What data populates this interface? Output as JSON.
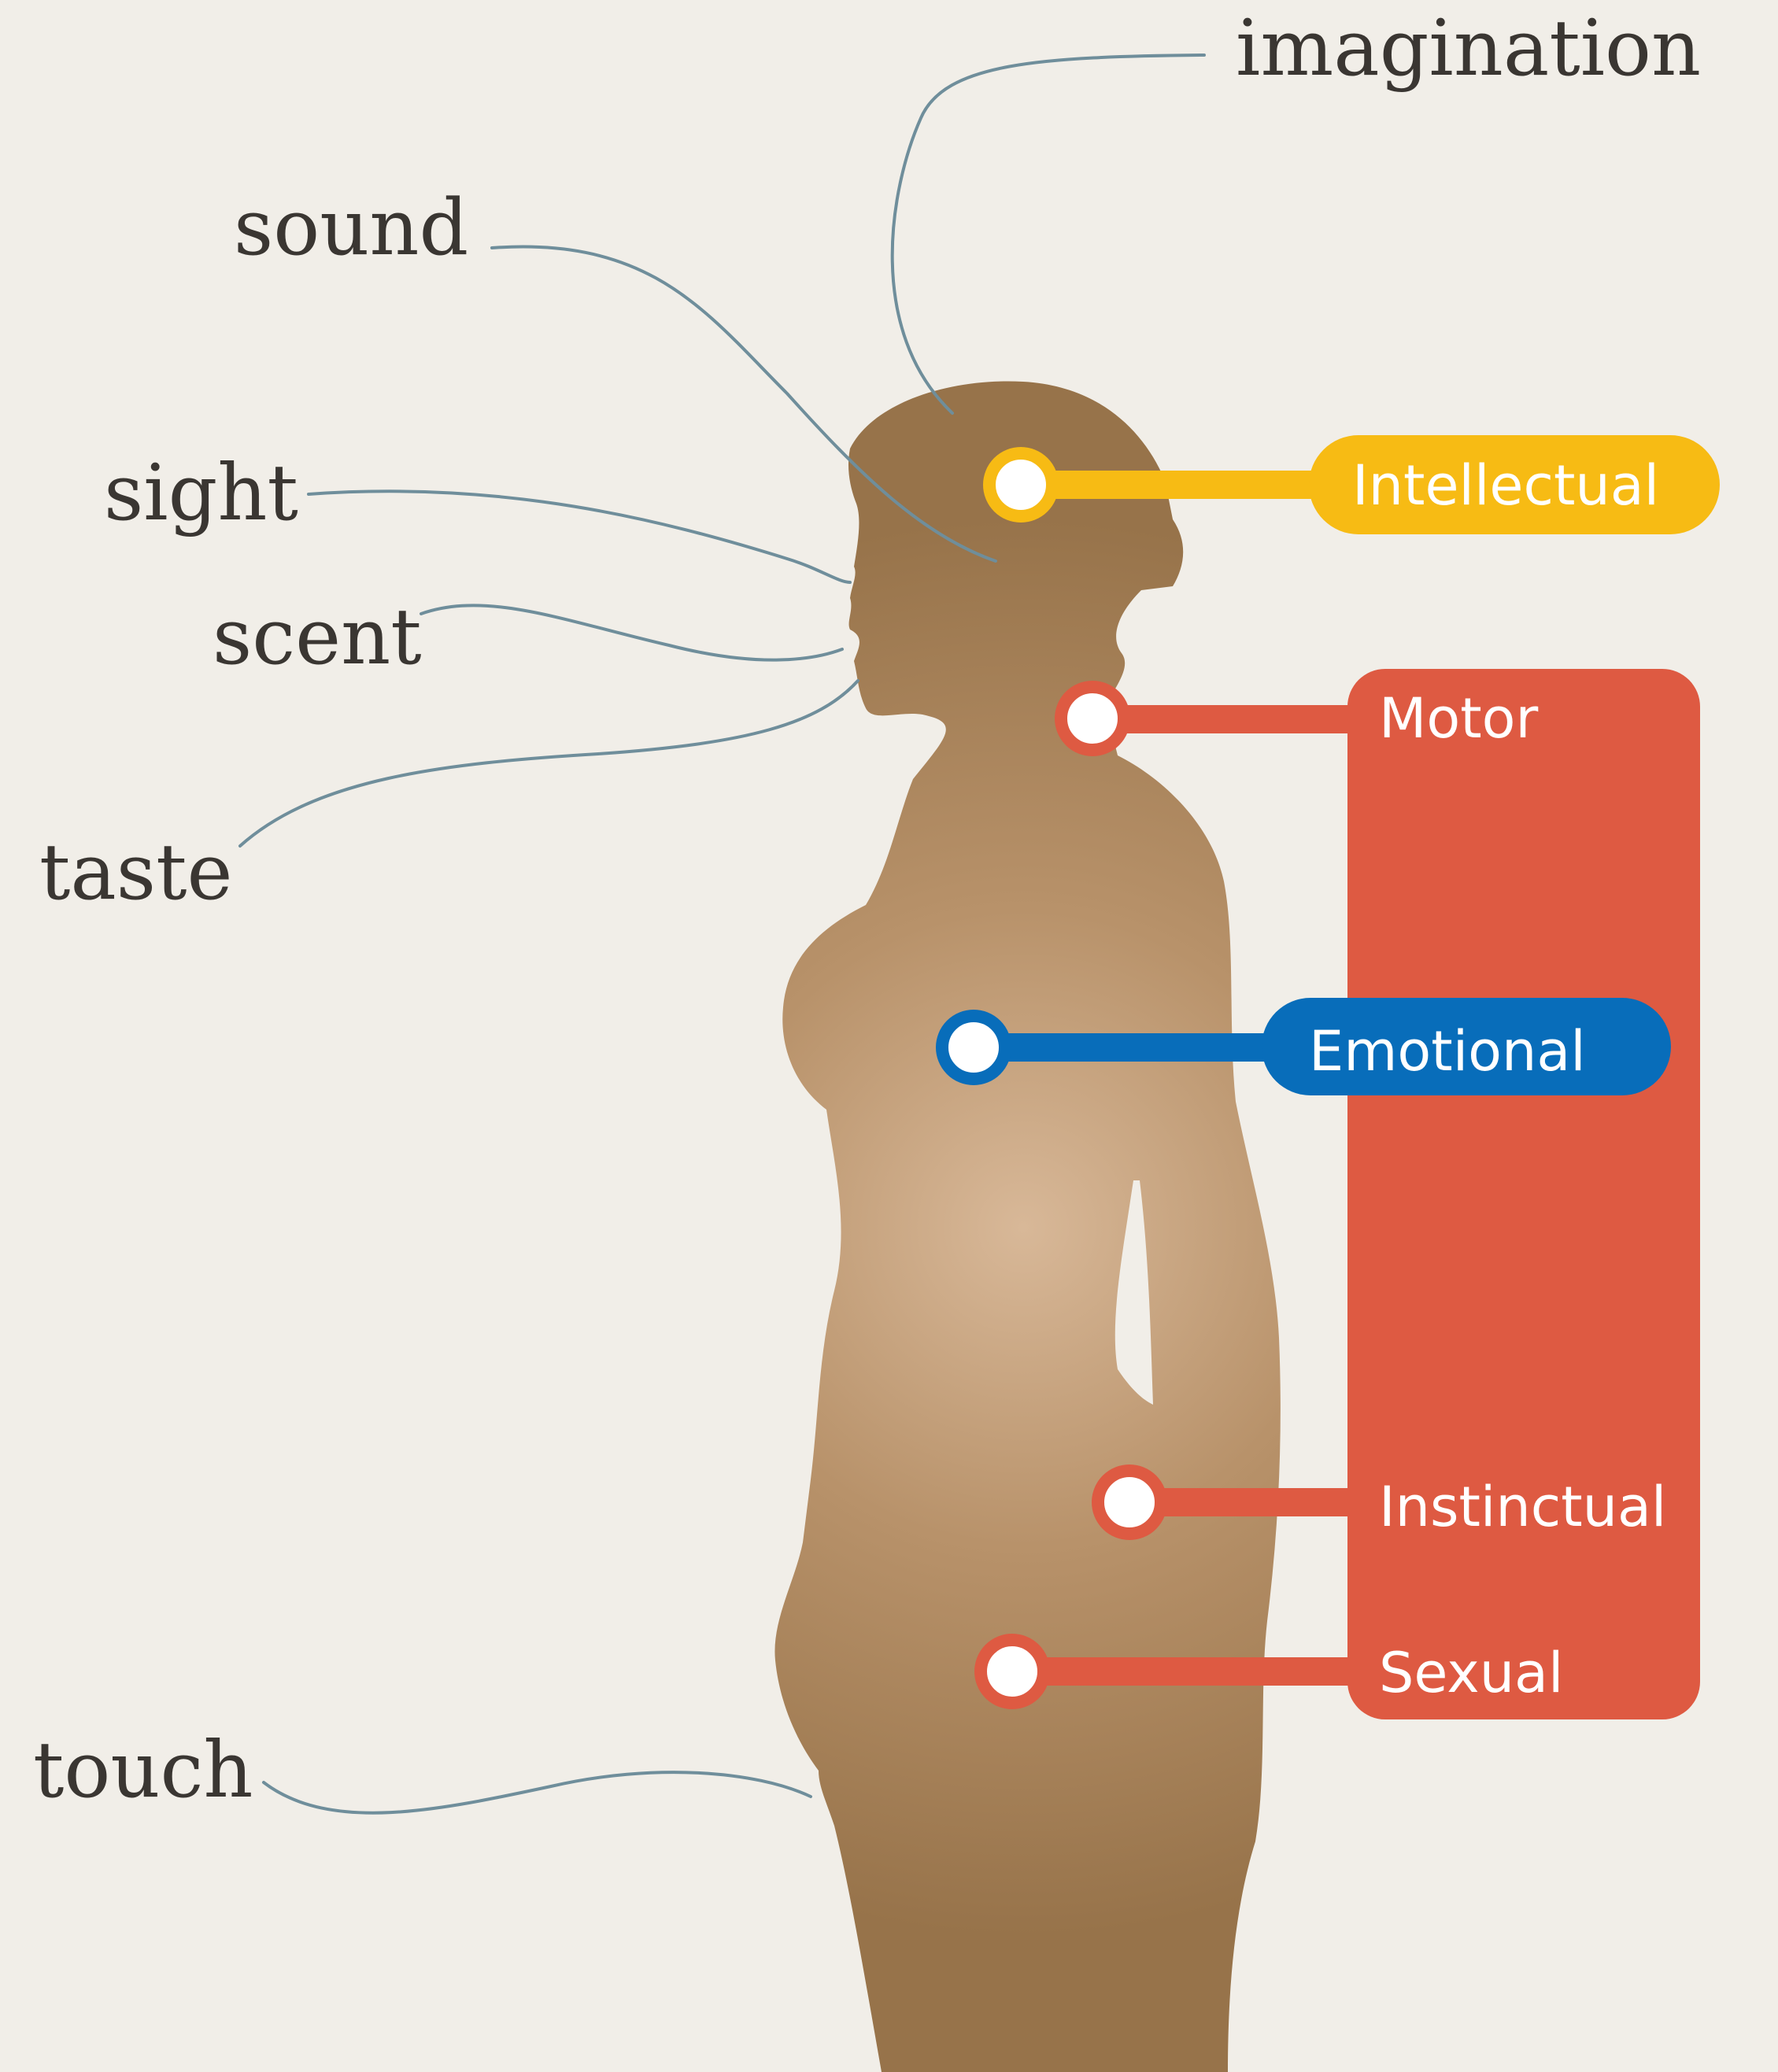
{
  "senses": {
    "imagination": "imagination",
    "sound": "sound",
    "sight": "sight",
    "scent": "scent",
    "taste": "taste",
    "touch": "touch"
  },
  "centers": {
    "intellectual": "Intellectual",
    "motor": "Motor",
    "emotional": "Emotional",
    "instinctual": "Instinctual",
    "sexual": "Sexual"
  },
  "colors": {
    "background": "#f1eee8",
    "silhouette": "#97734a",
    "silhouette_glow": "#d8b898",
    "sense_line": "#6f8e9b",
    "intellectual": "#f7bb14",
    "motor_group": "#de5a42",
    "emotional": "#086dba"
  }
}
